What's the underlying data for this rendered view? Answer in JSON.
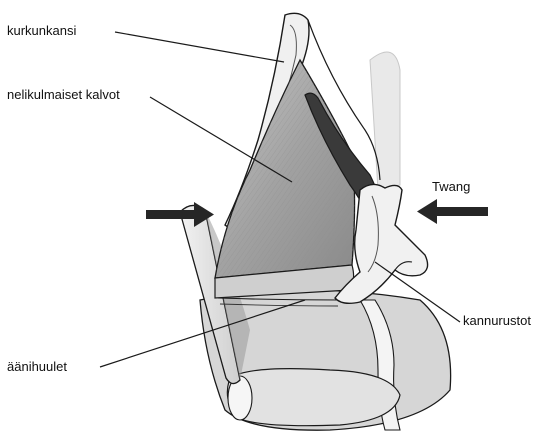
{
  "labels": {
    "kurkunkansi": "kurkunkansi",
    "nelikulmaiset_kalvot": "nelikulmaiset kalvot",
    "twang": "Twang",
    "kannurustot": "kannurustot",
    "aanihuulet": "äänihuulet"
  },
  "colors": {
    "line": "#1a1a1a",
    "arrow": "#262626",
    "cartilage_fill": "#e4e4e4",
    "membrane_fill": "#9a9a9a",
    "dark_band": "#3a3a3a",
    "shadow": "#7a7a7a"
  },
  "arrows": {
    "left": "arrow-right-pointing",
    "right": "arrow-left-pointing"
  }
}
